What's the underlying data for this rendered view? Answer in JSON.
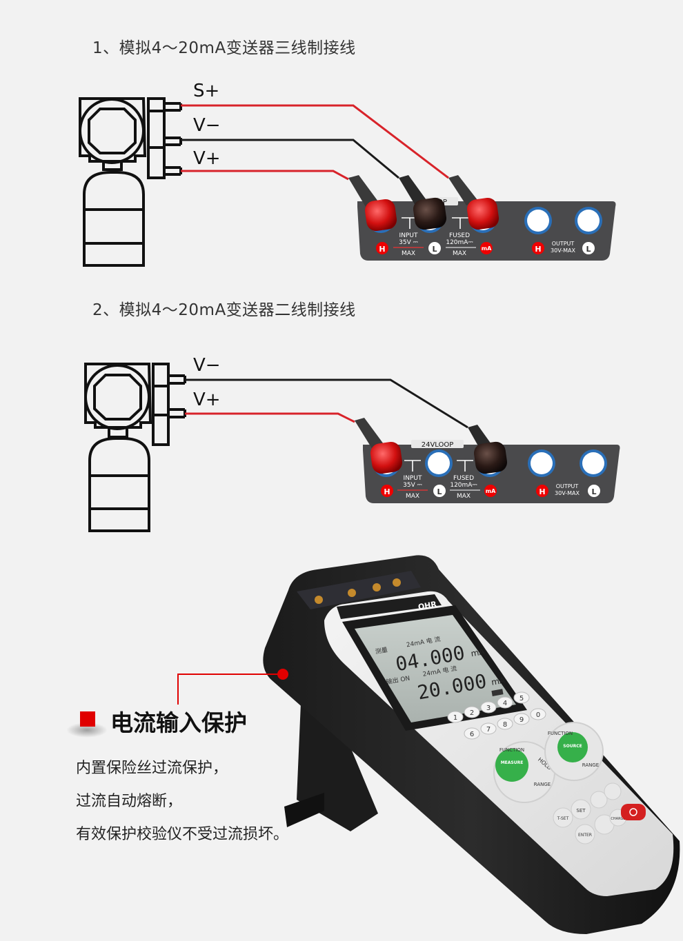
{
  "section1": {
    "title": "1、模拟4～20mA变送器三线制接线",
    "wire_labels": [
      "S+",
      "V−",
      "V+"
    ]
  },
  "section2": {
    "title": "2、模拟4～20mA变送器二线制接线",
    "wire_labels": [
      "V−",
      "V+"
    ]
  },
  "panel": {
    "loop_label_1": "OOP",
    "loop_label_2": "24VLOOP",
    "input_label": "INPUT",
    "input_voltage": "35V ⎓",
    "max_label": "MAX",
    "fused_label": "FUSED",
    "fused_current": "120mA⎓",
    "output_label": "OUTPUT",
    "output_voltage": "30V-MAX",
    "h_badge": "H",
    "l_badge": "L",
    "ma_badge": "mA"
  },
  "device": {
    "brand": "OHR",
    "lcd_line1": "04.000",
    "lcd_unit1": "mA",
    "lcd_line2": "20.000",
    "lcd_unit2": "mA",
    "lcd_hdr1": "测量",
    "lcd_hdr2": "24mA 电 流",
    "lcd_hdr3": "输出 ON",
    "lcd_hdr4": "24mA 电 流",
    "keys_row1": [
      "1",
      "2",
      "3",
      "4",
      "5"
    ],
    "keys_row2": [
      "6",
      "7",
      "8",
      "9",
      "0"
    ],
    "btn_measure": "MEASURE",
    "btn_source": "SOURCE",
    "btn_function": "FUNCTION",
    "btn_range": "RANGE",
    "btn_hold": "HOLD",
    "btn_tset": "T-SET",
    "btn_set": "SET",
    "btn_enter": "ENTER",
    "btn_charge": "CHARGE"
  },
  "feature": {
    "title": "电流输入保护",
    "lines": [
      "内置保险丝过流保护，",
      "过流自动熔断，",
      "有效保护校验仪不受过流损坏。"
    ]
  },
  "colors": {
    "red_wire": "#d8232a",
    "black_wire": "#1a1a1a",
    "panel": "#4a4a4c",
    "accent_red": "#e00000"
  }
}
